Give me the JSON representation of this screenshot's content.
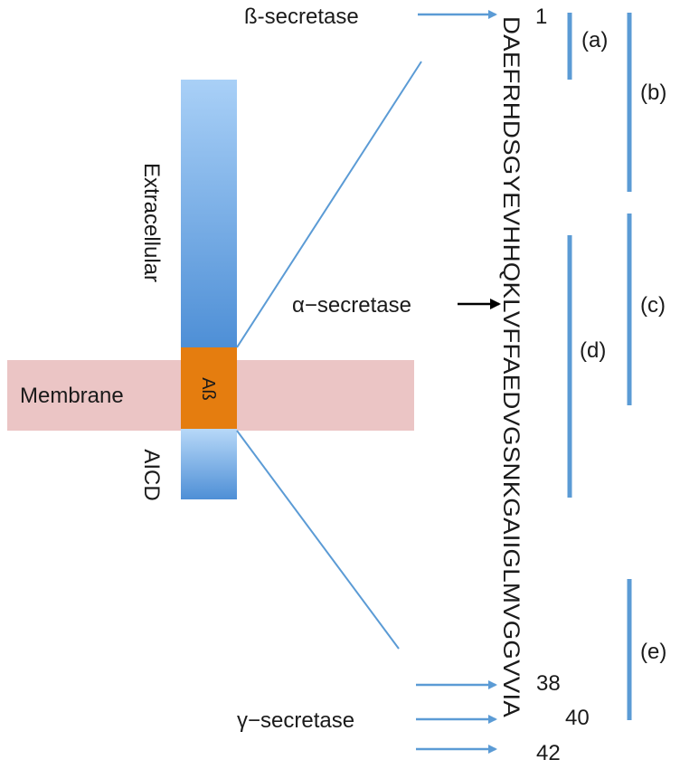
{
  "labels": {
    "extracellular": "Extracellular",
    "membrane": "Membrane",
    "abeta": "Aß",
    "aicd": "AICD",
    "beta_secretase": "ß-secretase",
    "alpha_secretase": "α−secretase",
    "gamma_secretase": "γ−secretase"
  },
  "sequence": "DAEFRHDSGYEVHHQKLVFFAEDVGSNKGAIIGLMVGGVVIA",
  "positions": {
    "start": "1",
    "p38": "38",
    "p40": "40",
    "p42": "42"
  },
  "segments": {
    "a": "(a)",
    "b": "(b)",
    "c": "(c)",
    "d": "(d)",
    "e": "(e)"
  },
  "colors": {
    "membrane_band": "#ebc5c5",
    "abeta_box": "#e57d0f",
    "protein_bar": "#5b9bd5",
    "arrow_blue": "#5b9bd5",
    "arrow_black": "#000000",
    "segment_bar": "#5b9bd5"
  }
}
